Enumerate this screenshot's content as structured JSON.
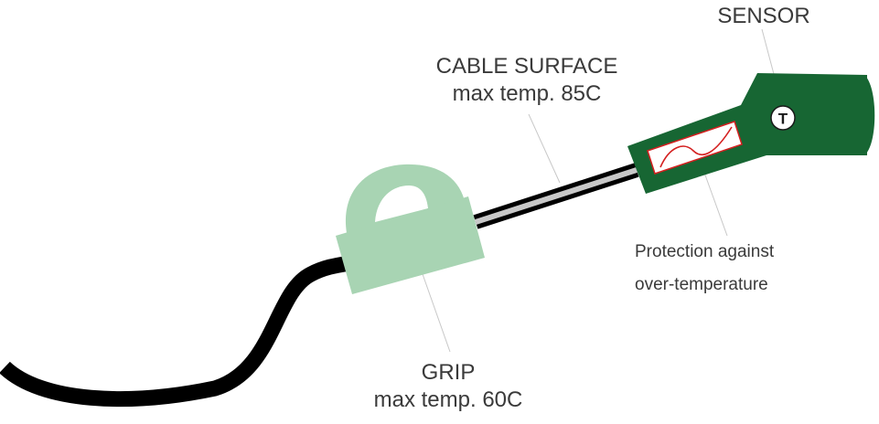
{
  "labels": {
    "sensor": "SENSOR",
    "cable_surface_title": "CABLE SURFACE",
    "cable_surface_max": "max temp. 85C",
    "grip_title": "GRIP",
    "grip_max": "max temp. 60C",
    "protection_line1": "Protection against",
    "protection_line2": "over-temperature",
    "sensor_marker": "T"
  },
  "colors": {
    "probe_green": "#176633",
    "grip_green": "#a8d4b3",
    "cable_black": "#000000",
    "cable_surface_gray": "#c8c8c8",
    "heater_red": "#d42020"
  }
}
